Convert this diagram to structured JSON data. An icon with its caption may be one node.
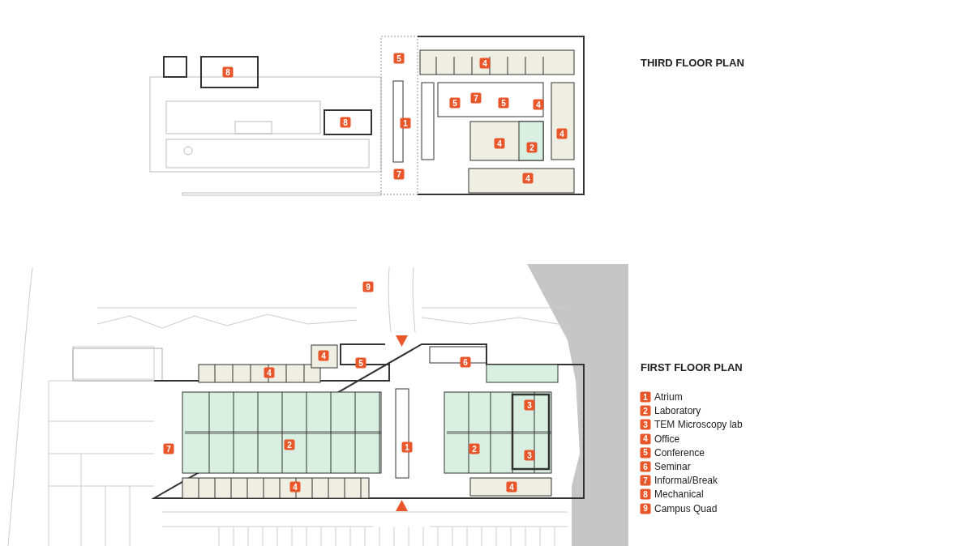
{
  "diagram": {
    "labels": [
      "5",
      "4",
      "THIRD FLOOR PLAN",
      "8",
      "5",
      "7",
      "5",
      "4",
      "8",
      "1",
      "4",
      "4",
      "2",
      "7",
      "4",
      "9",
      "4",
      "5",
      "6",
      "4",
      "FIRST FLOOR PLAN",
      "3",
      "7",
      "2",
      "1",
      "2",
      "3",
      "4",
      "4",
      "1",
      "Atrium",
      "2",
      "Laboratory",
      "3",
      "TEM Microscopy lab",
      "4",
      "Office",
      "5",
      "Conference",
      "6",
      "Seminar",
      "7",
      "Informal/Break",
      "8",
      "Mechanical",
      "9",
      "Campus Quad"
    ]
  }
}
